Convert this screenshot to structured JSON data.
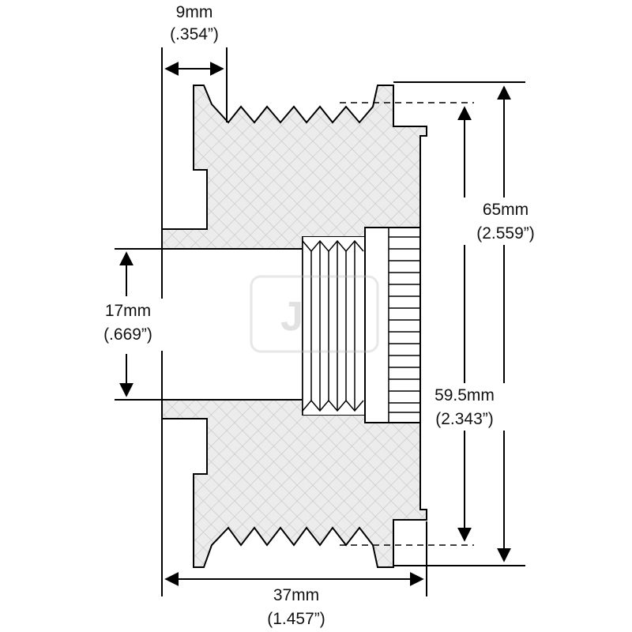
{
  "dimensions": {
    "groove_width": {
      "metric": "9mm",
      "imperial": "(.354”)"
    },
    "bore_diameter": {
      "metric": "17mm",
      "imperial": "(.669”)"
    },
    "outer_diameter": {
      "metric": "65mm",
      "imperial": "(2.559”)"
    },
    "groove_diameter": {
      "metric": "59.5mm",
      "imperial": "(2.343”)"
    },
    "overall_length": {
      "metric": "37mm",
      "imperial": "(1.457”)"
    }
  },
  "watermark": {
    "text": "J"
  },
  "colors": {
    "body_fill": "#eaeaea",
    "hatch": "#bdbdbd",
    "line": "#000000"
  }
}
